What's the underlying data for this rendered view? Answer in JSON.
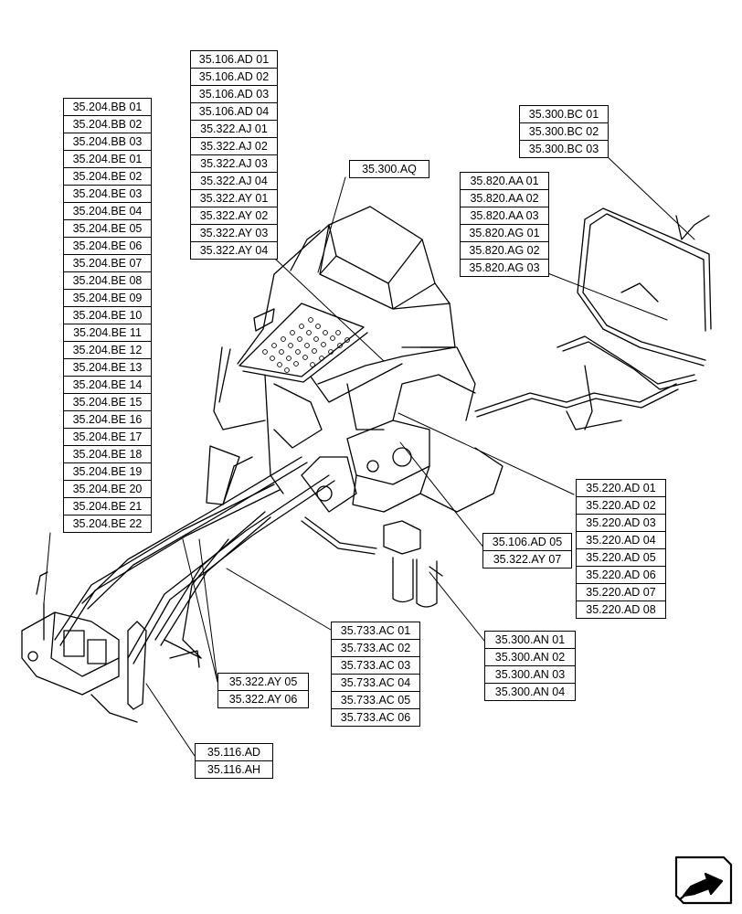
{
  "diagram": {
    "label_groups": [
      {
        "id": "grp-35204",
        "codes": [
          "35.204.BB 01",
          "35.204.BB 02",
          "35.204.BB 03",
          "35.204.BE 01",
          "35.204.BE 02",
          "35.204.BE 03",
          "35.204.BE 04",
          "35.204.BE 05",
          "35.204.BE 06",
          "35.204.BE 07",
          "35.204.BE 08",
          "35.204.BE 09",
          "35.204.BE 10",
          "35.204.BE 11",
          "35.204.BE 12",
          "35.204.BE 13",
          "35.204.BE 14",
          "35.204.BE 15",
          "35.204.BE 16",
          "35.204.BE 17",
          "35.204.BE 18",
          "35.204.BE 19",
          "35.204.BE 20",
          "35.204.BE 21",
          "35.204.BE 22"
        ]
      },
      {
        "id": "grp-35106-35322",
        "codes": [
          "35.106.AD 01",
          "35.106.AD 02",
          "35.106.AD 03",
          "35.106.AD 04",
          "35.322.AJ 01",
          "35.322.AJ 02",
          "35.322.AJ 03",
          "35.322.AJ 04",
          "35.322.AY 01",
          "35.322.AY 02",
          "35.322.AY 03",
          "35.322.AY 04"
        ]
      },
      {
        "id": "grp-35300aq",
        "codes": [
          "35.300.AQ"
        ]
      },
      {
        "id": "grp-35300bc",
        "codes": [
          "35.300.BC 01",
          "35.300.BC 02",
          "35.300.BC 03"
        ]
      },
      {
        "id": "grp-35820",
        "codes": [
          "35.820.AA 01",
          "35.820.AA 02",
          "35.820.AA 03",
          "35.820.AG 01",
          "35.820.AG 02",
          "35.820.AG 03"
        ]
      },
      {
        "id": "grp-35220",
        "codes": [
          "35.220.AD 01",
          "35.220.AD 02",
          "35.220.AD 03",
          "35.220.AD 04",
          "35.220.AD 05",
          "35.220.AD 06",
          "35.220.AD 07",
          "35.220.AD 08"
        ]
      },
      {
        "id": "grp-35106ad05",
        "codes": [
          "35.106.AD 05",
          "35.322.AY 07"
        ]
      },
      {
        "id": "grp-35300an",
        "codes": [
          "35.300.AN 01",
          "35.300.AN 02",
          "35.300.AN 03",
          "35.300.AN 04"
        ]
      },
      {
        "id": "grp-35733",
        "codes": [
          "35.733.AC 01",
          "35.733.AC 02",
          "35.733.AC 03",
          "35.733.AC 04",
          "35.733.AC 05",
          "35.733.AC 06"
        ]
      },
      {
        "id": "grp-35322ay05",
        "codes": [
          "35.322.AY 05",
          "35.322.AY 06"
        ]
      },
      {
        "id": "grp-35116",
        "codes": [
          "35.116.AD",
          "35.116.AH"
        ]
      }
    ],
    "nav_icon": "next-page-arrow-icon",
    "line_color": "#000000"
  }
}
